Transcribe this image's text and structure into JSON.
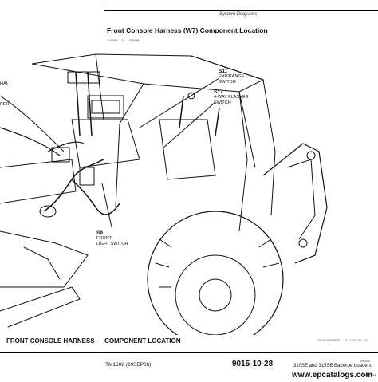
{
  "header": {
    "section": "System Diagrams"
  },
  "figure": {
    "title": "Front Console Harness (W7) Component Location",
    "code": "T100584   —19—10SEP96",
    "callouts": {
      "s11_id": "S11",
      "s11_line1": "FNR/RANGE",
      "s11_line2": "SWITCH",
      "s17_id": "S17",
      "s17_line1": "4-WAY FLASHER",
      "s17_line2": "SWITCH",
      "s9_id": "S9",
      "s9_line1": "FRONT",
      "s9_line2": "LIGHT SWITCH",
      "cut_left_1": "HAL",
      "cut_left_2": "PER"
    }
  },
  "caption": "FRONT CONSOLE HARNESS — COMPONENT LOCATION",
  "footer": {
    "code_line": "TXL9510,0008782   —19—21JUL98—1/1",
    "manual": "TM1608 (20SEP06)",
    "page": "9015-10-28",
    "book": "310SE and 315SE Backhoe Loaders",
    "small_num": "092906",
    "site": "www.epcatalogs.com",
    "pn": "PN=184"
  }
}
